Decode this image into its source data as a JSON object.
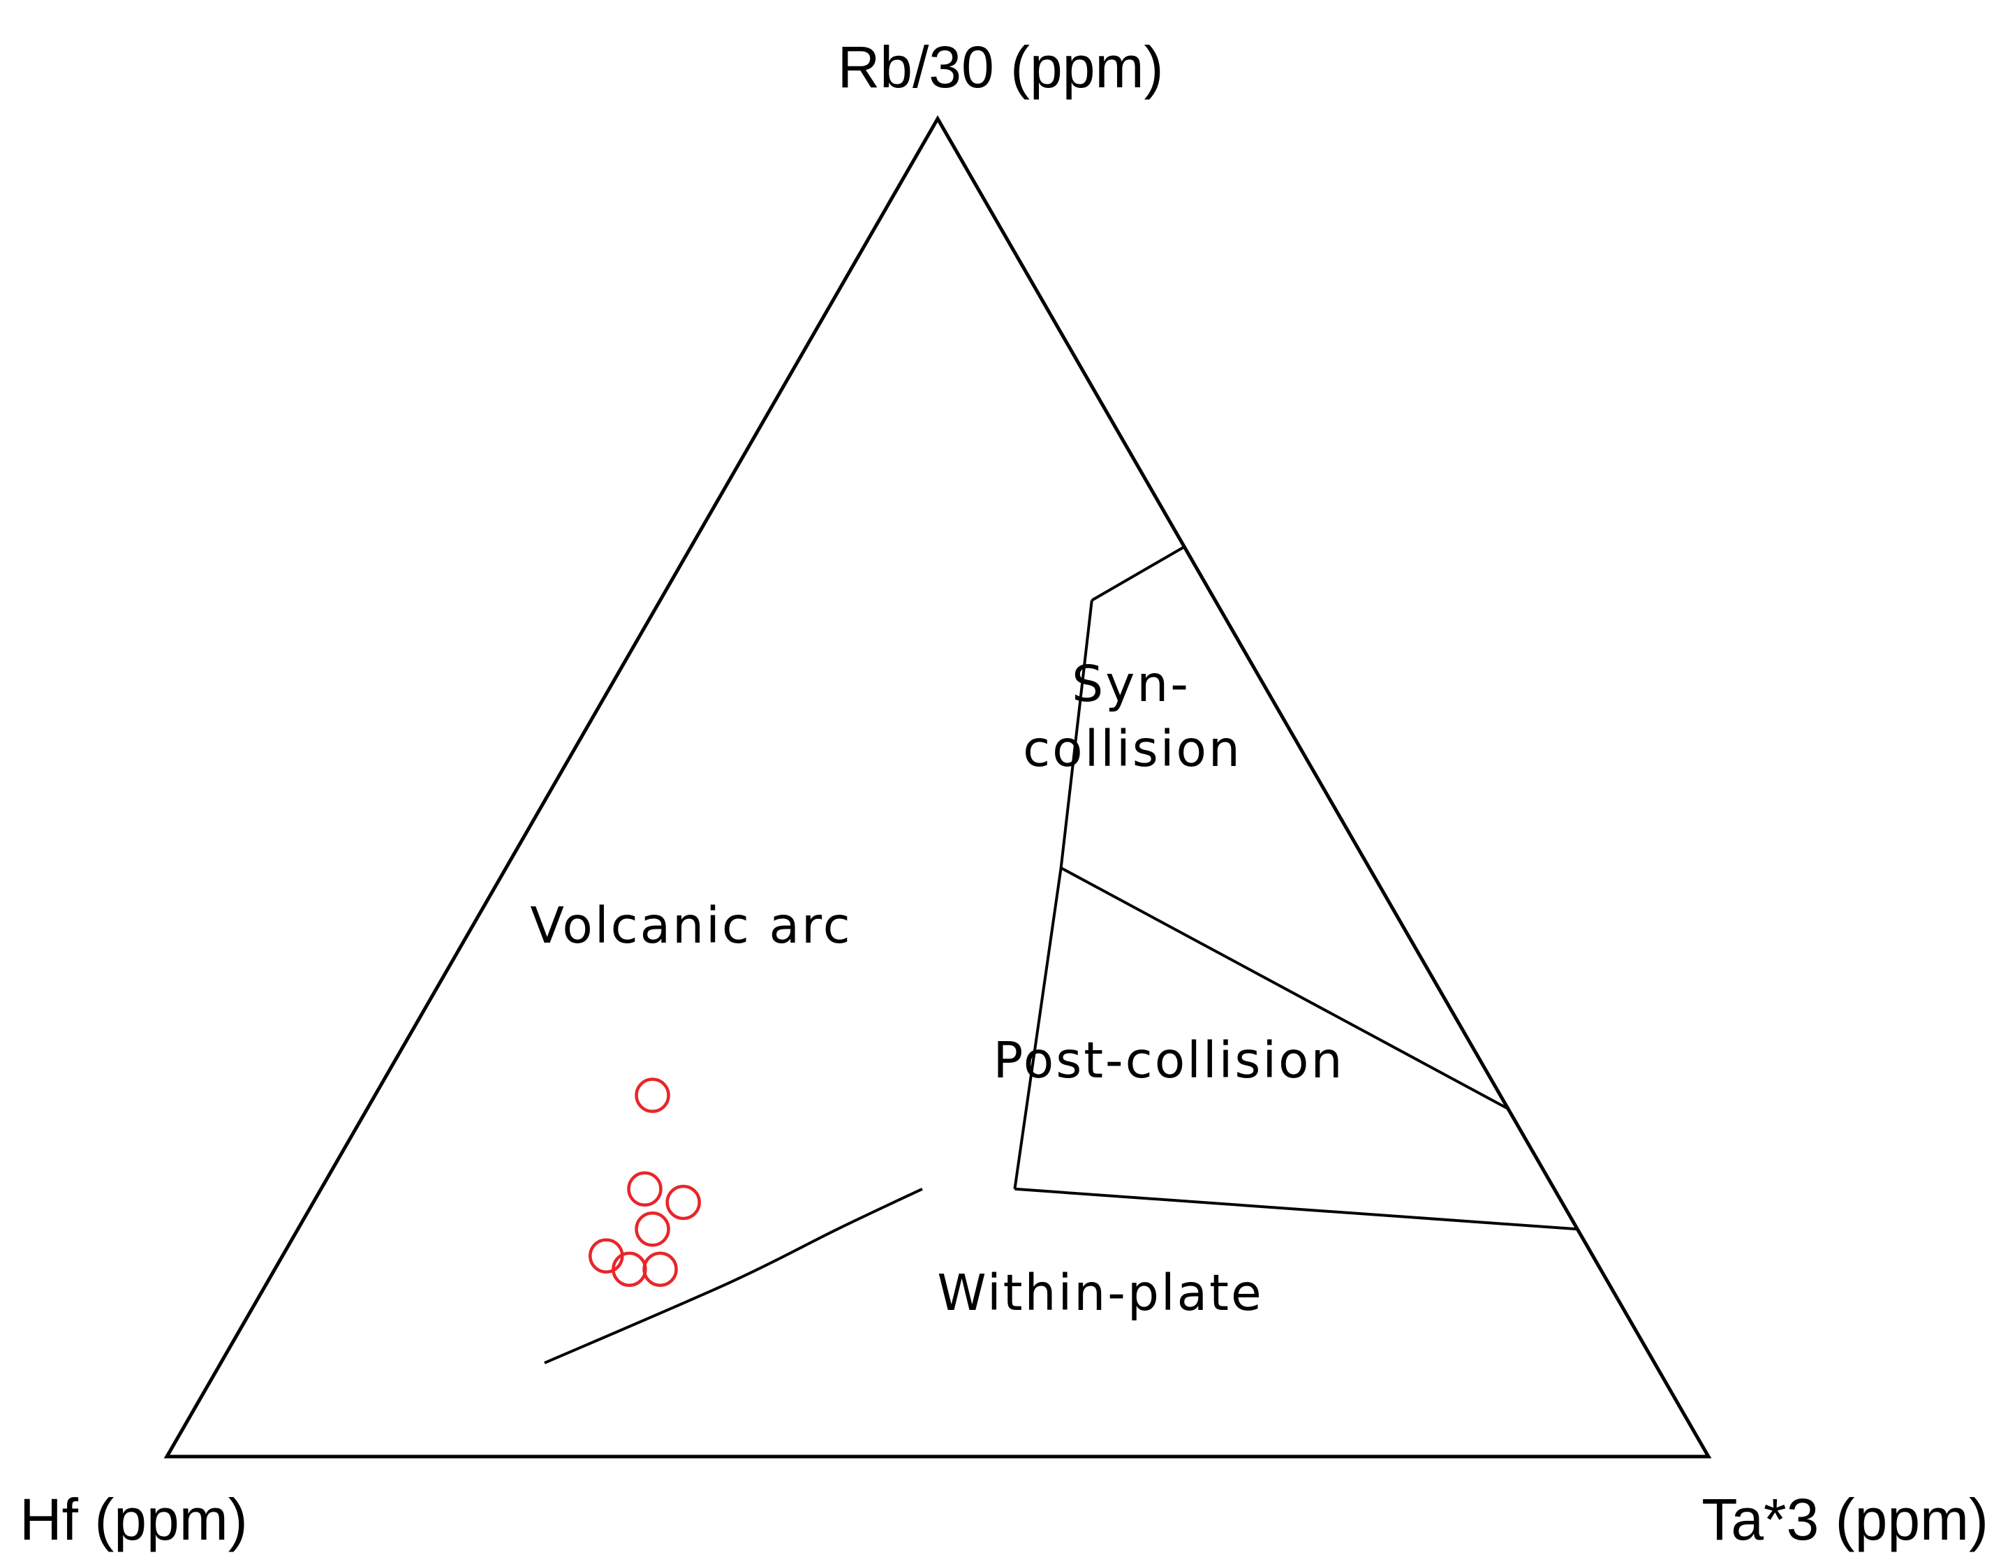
{
  "chart_data": {
    "type": "scatter",
    "subtype": "ternary",
    "vertices": {
      "top": "Rb/30 (ppm)",
      "left": "Hf (ppm)",
      "right": "Ta*3 (ppm)"
    },
    "fields": [
      {
        "name": "Volcanic arc",
        "lines": [
          "Volcanic arc"
        ]
      },
      {
        "name": "Syn-collision",
        "lines": [
          "Syn-",
          "collision"
        ]
      },
      {
        "name": "Post-collision",
        "lines": [
          "Post-collision"
        ]
      },
      {
        "name": "Within-plate",
        "lines": [
          "Within-plate"
        ]
      }
    ],
    "boundaries": [
      {
        "name": "syn-collision-upper",
        "points": [
          {
            "rb": 0.64,
            "hf": 0.08,
            "ta": 0.28
          },
          {
            "rb": 0.68,
            "hf": 0.0,
            "ta": 0.32
          }
        ]
      },
      {
        "name": "arc-collision-divide",
        "points": [
          {
            "rb": 0.64,
            "hf": 0.08,
            "ta": 0.28
          },
          {
            "rb": 0.44,
            "hf": 0.2,
            "ta": 0.36
          },
          {
            "rb": 0.2,
            "hf": 0.35,
            "ta": 0.45
          }
        ]
      },
      {
        "name": "syn-post-divide",
        "points": [
          {
            "rb": 0.44,
            "hf": 0.2,
            "ta": 0.36
          },
          {
            "rb": 0.26,
            "hf": 0.0,
            "ta": 0.74
          }
        ]
      },
      {
        "name": "within-plate-upper",
        "points": [
          {
            "rb": 0.2,
            "hf": 0.35,
            "ta": 0.45
          },
          {
            "rb": 0.17,
            "hf": 0.0,
            "ta": 0.83
          }
        ]
      },
      {
        "name": "arc-within-plate-curve",
        "points": [
          {
            "rb": 0.07,
            "hf": 0.72,
            "ta": 0.21
          },
          {
            "rb": 0.13,
            "hf": 0.57,
            "ta": 0.3
          },
          {
            "rb": 0.17,
            "hf": 0.48,
            "ta": 0.35
          },
          {
            "rb": 0.2,
            "hf": 0.41,
            "ta": 0.39
          }
        ]
      }
    ],
    "series": [
      {
        "marker": "open-circle",
        "color": "#e8262a",
        "points": [
          {
            "rb": 0.27,
            "hf": 0.55,
            "ta": 0.18
          },
          {
            "rb": 0.2,
            "hf": 0.59,
            "ta": 0.21
          },
          {
            "rb": 0.19,
            "hf": 0.57,
            "ta": 0.24
          },
          {
            "rb": 0.17,
            "hf": 0.6,
            "ta": 0.23
          },
          {
            "rb": 0.15,
            "hf": 0.64,
            "ta": 0.21
          },
          {
            "rb": 0.14,
            "hf": 0.61,
            "ta": 0.25
          },
          {
            "rb": 0.14,
            "hf": 0.63,
            "ta": 0.23
          }
        ]
      }
    ],
    "grid": false,
    "legend": "none"
  }
}
